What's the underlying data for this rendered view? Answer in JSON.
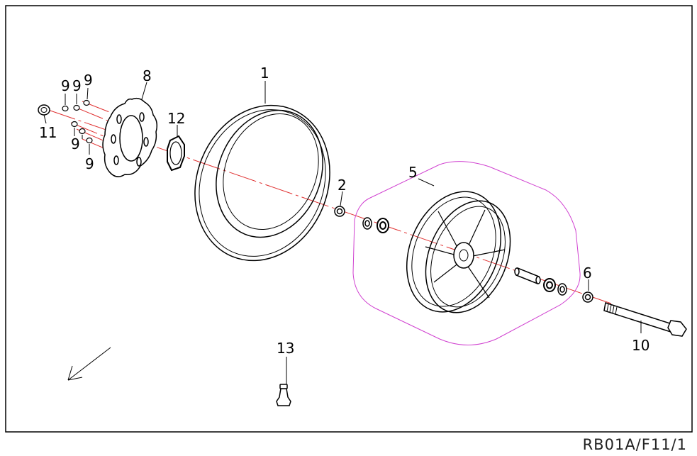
{
  "callouts": {
    "c1": "1",
    "c2": "2",
    "c5": "5",
    "c6": "6",
    "c8": "8",
    "c9a": "9",
    "c9b": "9",
    "c9c": "9",
    "c9d": "9",
    "c9e": "9",
    "c10": "10",
    "c11": "11",
    "c12": "12",
    "c13": "13"
  },
  "reference": "RB01A/F11/1",
  "colors": {
    "axis": "#e03030",
    "group_outline": "#d040d0",
    "line": "#000000"
  }
}
